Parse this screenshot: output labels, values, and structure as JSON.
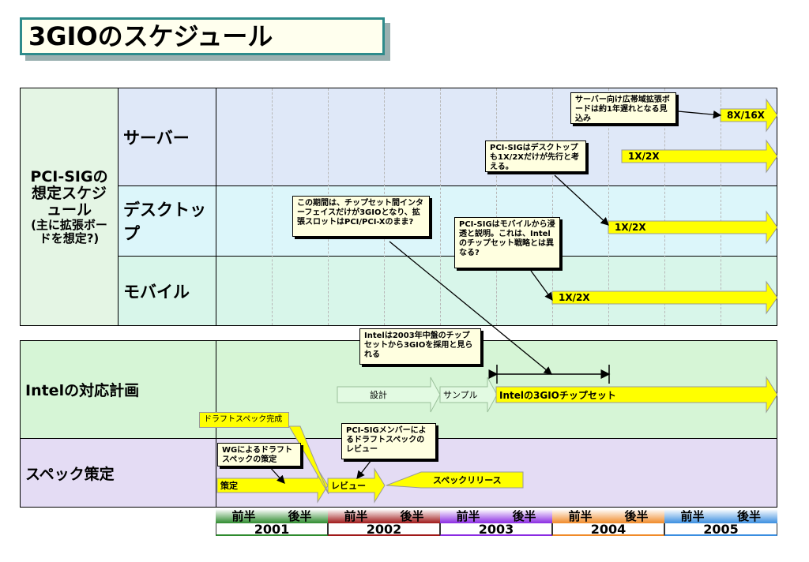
{
  "title": "3GIOのスケジュール",
  "section1": {
    "group_label": "PCI-SIGの想定スケジュール",
    "group_sub": "(主に拡張ボードを想定?)",
    "rows": {
      "server": "サーバー",
      "desktop": "デスクトップ",
      "mobile": "モバイル"
    }
  },
  "section2": {
    "intel_label": "Intelの対応計画",
    "spec_label": "スペック策定"
  },
  "arrows": {
    "server_8x16x": "8X/16X",
    "server_1x2x": "1X/2X",
    "desktop_1x2x": "1X/2X",
    "mobile_1x2x": "1X/2X",
    "design": "設計",
    "sample": "サンプル",
    "chipset": "Intelの3GIOチップセット",
    "sakutei": "策定",
    "review": "レビュー",
    "release": "スペックリリース"
  },
  "notes": {
    "server_note": "サーバー向け広帯域拡張ボードは約1年遅れとなる見込み",
    "desktop_note": "PCI-SIGはデスクトップも1X/2Xだけが先行と考える。",
    "chipset_note": "この期間は、チップセット間インターフェイスだけが3GIOとなり、拡張スロットはPCI/PCI-Xのまま?",
    "mobile_note": "PCI-SIGはモバイルから浸透と説明。これは、Intelのチップセット戦略とは異なる?",
    "intel_note": "Intelは2003年中盤のチップセットから3GIOを採用と見られる",
    "draft_complete": "ドラフトスペック完成",
    "wg_note": "WGによるドラフトスペックの策定",
    "member_note": "PCI-SIGメンバーによるドラフトスペックのレビュー"
  },
  "timeline": {
    "halves": [
      "前半",
      "後半",
      "前半",
      "後半",
      "前半",
      "後半",
      "前半",
      "後半",
      "前半",
      "後半"
    ],
    "years": [
      "2001",
      "2002",
      "2003",
      "2004",
      "2005"
    ],
    "colors": [
      "#2e8b2e",
      "#a01818",
      "#8a2be2",
      "#f08a28",
      "#3a8ee0"
    ]
  }
}
